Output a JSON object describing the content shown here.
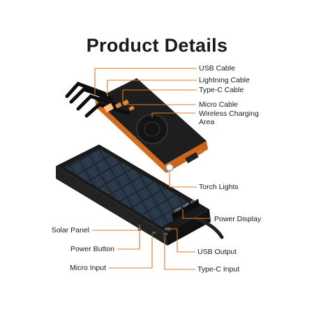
{
  "title": "Product Details",
  "callouts": {
    "usb_cable": "USB Cable",
    "lightning_cable": "Lightning Cable",
    "type_c_cable": "Type-C Cable",
    "micro_cable": "Micro Cable",
    "wireless_charging": "Wireless Charging",
    "wireless_charging_2": "Area",
    "torch_lights": "Torch Lights",
    "power_display": "Power Display",
    "solar_panel": "Solar Panel",
    "power_button": "Power Button",
    "micro_input": "Micro Input",
    "usb_output": "USB Output",
    "type_c_input": "Type-C Input"
  },
  "colors": {
    "accent": "#e07826",
    "body": "#1c1c1c",
    "leader": "#e07826"
  }
}
